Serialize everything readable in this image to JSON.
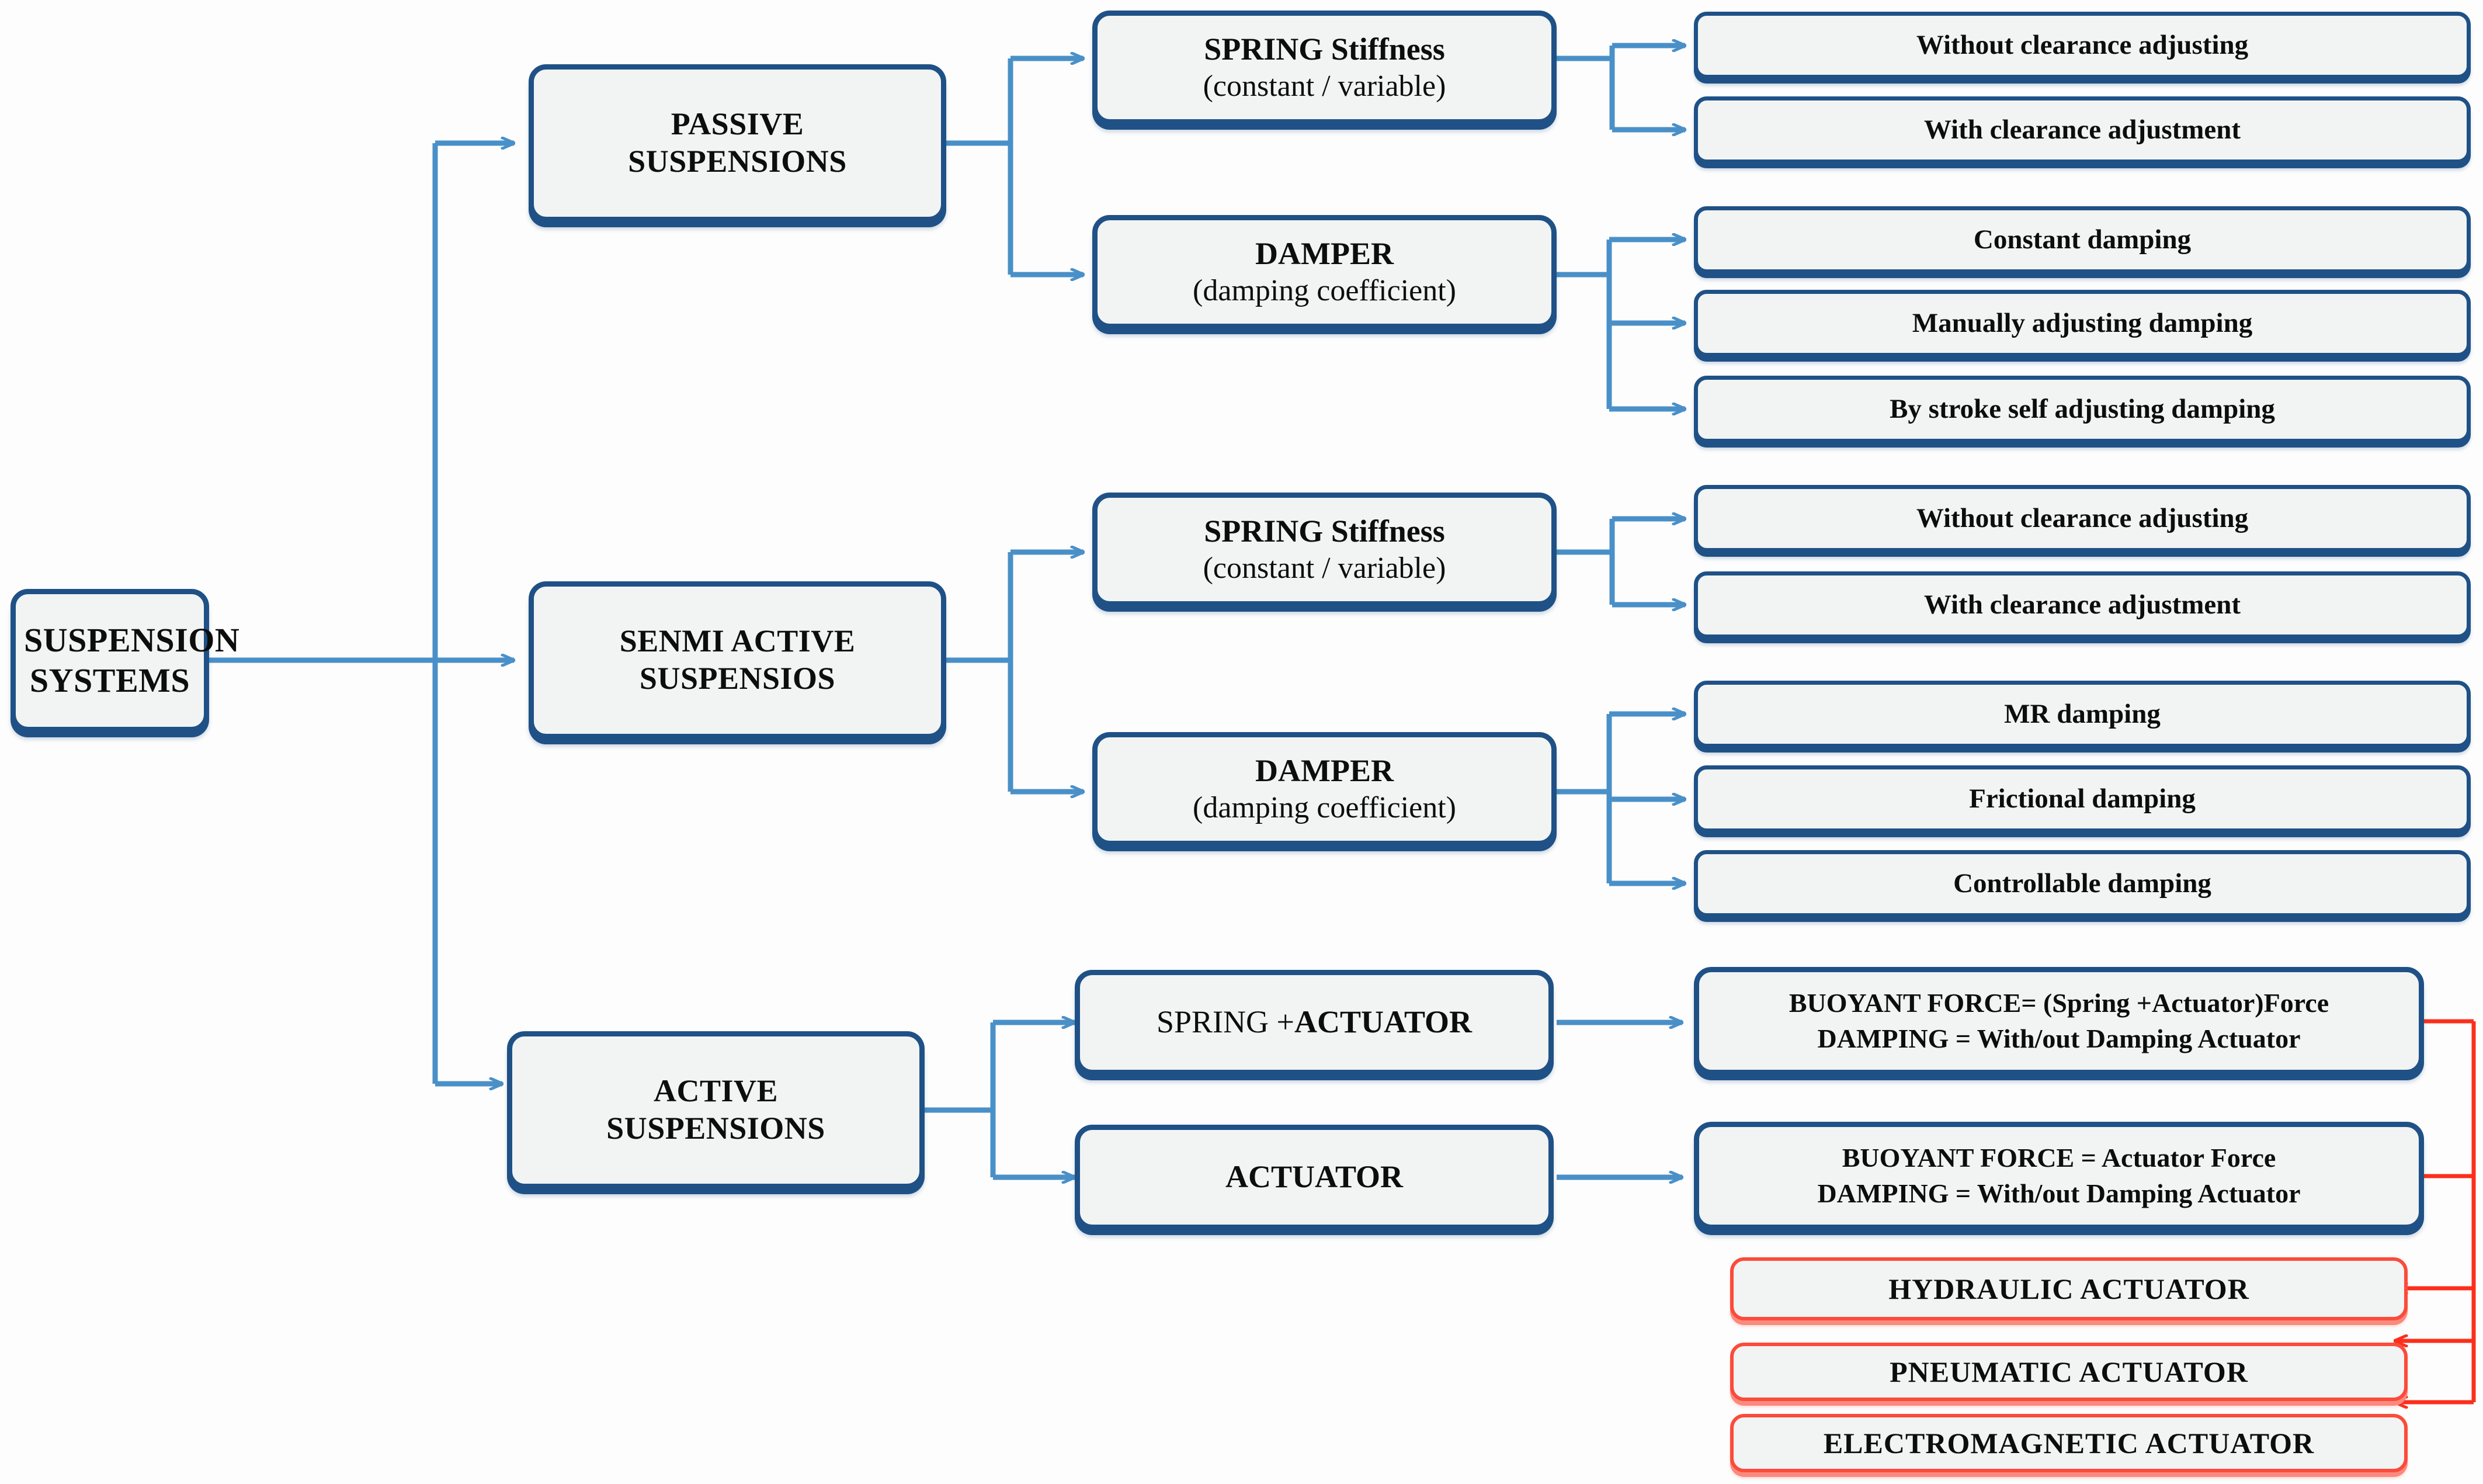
{
  "diagram": {
    "title": "Suspension Systems Classification",
    "colors": {
      "box_fill": "#f1f4f3",
      "blue_border": "#1f5186",
      "blue_connector": "#4a90c8",
      "red_border": "#fb4b3a",
      "red_connector": "#fb2f1c",
      "text": "#0d0d0d",
      "background": "#fdfdfd"
    },
    "root": {
      "line1": "SUSPENSION",
      "line2": "SYSTEMS"
    },
    "branches": [
      {
        "id": "passive",
        "line1": "PASSIVE",
        "line2": "SUSPENSIONS",
        "components": [
          {
            "id": "passive-spring",
            "line1": "SPRING Stiffness",
            "line2": "(constant / variable)",
            "leaves": [
              "Without clearance adjusting",
              "With clearance adjustment"
            ]
          },
          {
            "id": "passive-damper",
            "line1": "DAMPER",
            "line2": "(damping coefficient)",
            "leaves": [
              "Constant  damping",
              "Manually adjusting  damping",
              "By stroke self adjusting  damping"
            ]
          }
        ]
      },
      {
        "id": "semi-active",
        "line1": "SENMI  ACTIVE",
        "line2": "SUSPENSIOS",
        "components": [
          {
            "id": "semi-spring",
            "line1": "SPRING  Stiffness",
            "line2": "(constant / variable)",
            "leaves": [
              "Without clearance adjusting",
              "With clearance adjustment"
            ]
          },
          {
            "id": "semi-damper",
            "line1": "DAMPER",
            "line2": "(damping coefficient)",
            "leaves": [
              "MR damping",
              "Frictional  damping",
              "Controllable  damping"
            ]
          }
        ]
      },
      {
        "id": "active",
        "line1": "ACTIVE",
        "line2": "SUSPENSIONS",
        "components": [
          {
            "id": "active-spring-actuator",
            "label_normal": "SPRING +",
            "label_bold": "ACTUATOR",
            "result": {
              "line1": "BUOYANT FORCE= (Spring +Actuator)Force",
              "line2": "DAMPING  =  With/out  Damping Actuator"
            }
          },
          {
            "id": "active-actuator",
            "label_bold": "ACTUATOR",
            "result": {
              "line1": "BUOYANT FORCE  =  Actuator  Force",
              "line2": "DAMPING  =  With/out Damping Actuator"
            }
          }
        ]
      }
    ],
    "actuator_types": [
      "HYDRAULIC  ACTUATOR",
      "PNEUMATIC  ACTUATOR",
      "ELECTROMAGNETIC  ACTUATOR"
    ]
  }
}
